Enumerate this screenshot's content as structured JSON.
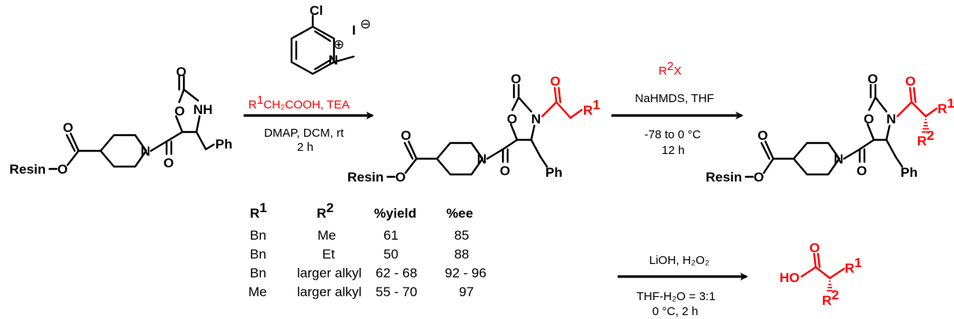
{
  "reagent": {
    "cl": "Cl",
    "n": "N",
    "plus": "⊕",
    "iodide": "I",
    "minus": "⊖"
  },
  "step1": {
    "above": "CH₂COOH, TEA",
    "above_r": "R",
    "above_sup": "1",
    "below1": "DMAP, DCM, rt",
    "below2": "2 h"
  },
  "step2": {
    "above_r": "R",
    "above_sup": "2",
    "above_x": "X",
    "line2": "NaHMDS, THF",
    "below1": "-78 to 0 °C",
    "below2": "12 h"
  },
  "step3": {
    "above": "LiOH, H₂O₂",
    "below1": "THF-H₂O = 3:1",
    "below2": "0 °C, 2 h"
  },
  "labels": {
    "resin": "Resin",
    "ph": "Ph",
    "o": "O",
    "n": "N",
    "nh": "NH",
    "r": "R",
    "sup1": "1",
    "sup2": "2",
    "ho": "HO"
  },
  "table": {
    "headers": [
      {
        "base": "R",
        "sup": "1"
      },
      {
        "base": "R",
        "sup": "2"
      },
      {
        "base": "%yield",
        "sup": ""
      },
      {
        "base": "%ee",
        "sup": ""
      }
    ],
    "rows": [
      [
        "Bn",
        "Me",
        "61",
        "85"
      ],
      [
        "Bn",
        "Et",
        "50",
        "88"
      ],
      [
        "Bn",
        "larger alkyl",
        "62 - 68",
        "92 - 96"
      ],
      [
        "Me",
        "larger alkyl",
        "55 - 70",
        "97"
      ]
    ]
  }
}
